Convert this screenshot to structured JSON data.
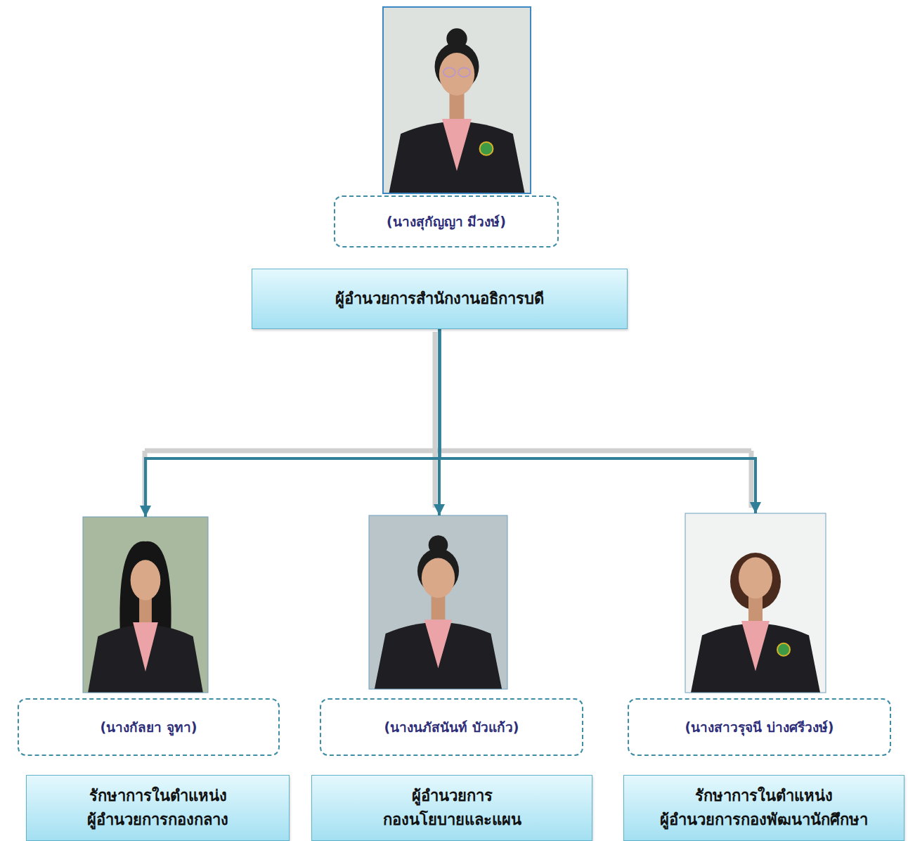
{
  "diagram": {
    "nodes": [
      {
        "text": [
          "(นางสุกัญญา มีวงษ์)"
        ]
      },
      {
        "text": [
          "ผู้อำนวยการสำนักงานอธิการบดี"
        ]
      },
      {
        "text": [
          "(นางกัลยา จูทา)"
        ]
      },
      {
        "text": [
          "(นางนภัสนันท์ บัวแก้ว)"
        ]
      },
      {
        "text": [
          "(นางสาวรุจนี บ่างศรีวงษ์)"
        ]
      },
      {
        "text": [
          "รักษาการในตำแหน่ง ผู้อำนวยการกองกลาง"
        ]
      },
      {
        "text": [
          "ผู้อำนวยการ กองนโยบายและแผน"
        ]
      },
      {
        "text": [
          "รักษาการในตำแหน่ง ผู้อำนวยการกองพัฒนานักศึกษา"
        ]
      }
    ],
    "edges": [
      {
        "from": 1,
        "to": 2,
        "arrow": "to"
      },
      {
        "from": 1,
        "to": 3,
        "arrow": "to"
      },
      {
        "from": 1,
        "to": 4,
        "arrow": "to"
      }
    ]
  }
}
